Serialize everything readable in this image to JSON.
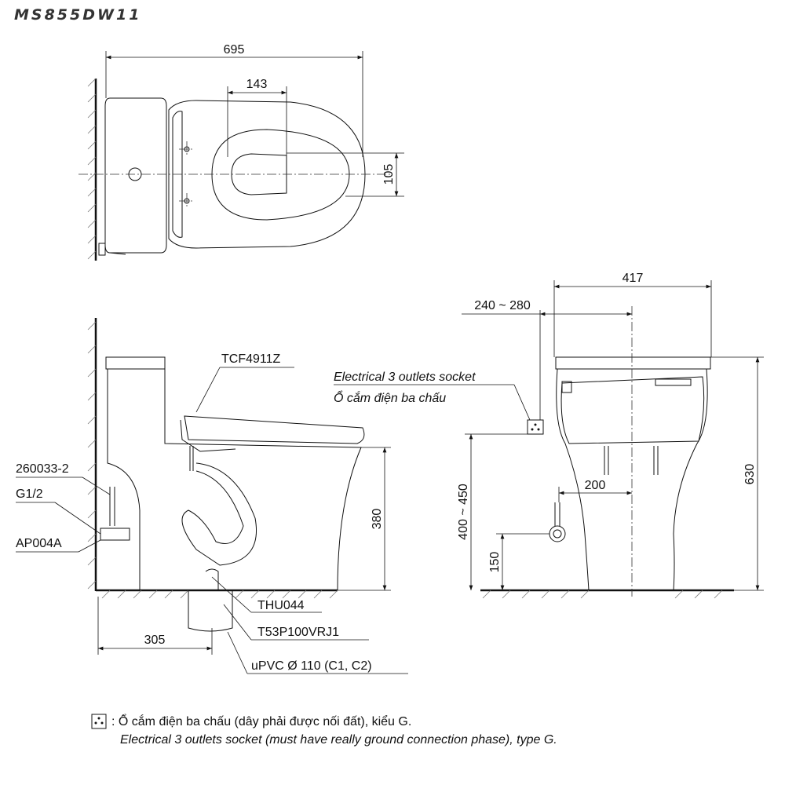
{
  "model": "MS855DW11",
  "top_view": {
    "dim_length": "695",
    "dim_seat_width": "143",
    "dim_offset": "105"
  },
  "side_view": {
    "seat_model": "TCF4911Z",
    "valve_model": "260033-2",
    "thread": "G1/2",
    "hose_model": "AP004A",
    "flange_model": "THU044",
    "pipe_model": "T53P100VRJ1",
    "pipe_spec": "uPVC Ø 110 (C1, C2)",
    "dim_height": "380",
    "dim_rough_in": "305"
  },
  "front_view": {
    "dim_width": "417",
    "dim_socket_offset": "240 ~ 280",
    "socket_label_en": "Electrical 3 outlets socket",
    "socket_label_vi": "Ổ cắm điện ba chấu",
    "dim_total_height": "630",
    "dim_socket_height": "400 ~ 450",
    "dim_valve_height": "150",
    "dim_valve_offset": "200"
  },
  "legend": {
    "icon": "three-pin-socket-icon",
    "text_vi": ": Ổ cắm điện ba chấu (dây phải được nối đất), kiểu G.",
    "text_en": "Electrical 3 outlets socket (must have really ground connection phase), type G."
  }
}
